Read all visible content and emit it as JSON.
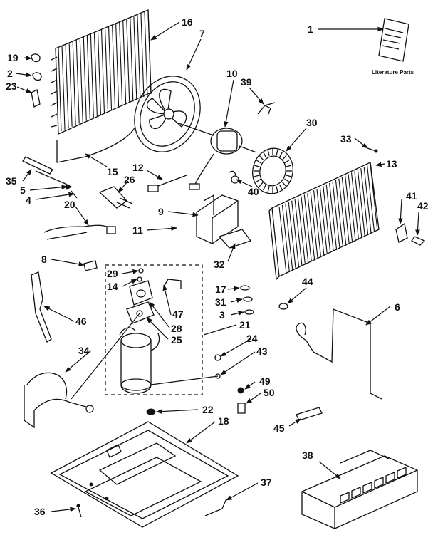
{
  "part_numbers": [
    "1",
    "2",
    "3",
    "4",
    "5",
    "6",
    "7",
    "8",
    "9",
    "10",
    "11",
    "12",
    "13",
    "14",
    "15",
    "16",
    "17",
    "18",
    "19",
    "20",
    "21",
    "22",
    "23",
    "24",
    "25",
    "26",
    "28",
    "29",
    "30",
    "31",
    "32",
    "33",
    "34",
    "35",
    "36",
    "37",
    "38",
    "39",
    "40",
    "41",
    "42",
    "43",
    "44",
    "45",
    "46",
    "47",
    "49",
    "50"
  ],
  "literature_label": "Literature Parts"
}
